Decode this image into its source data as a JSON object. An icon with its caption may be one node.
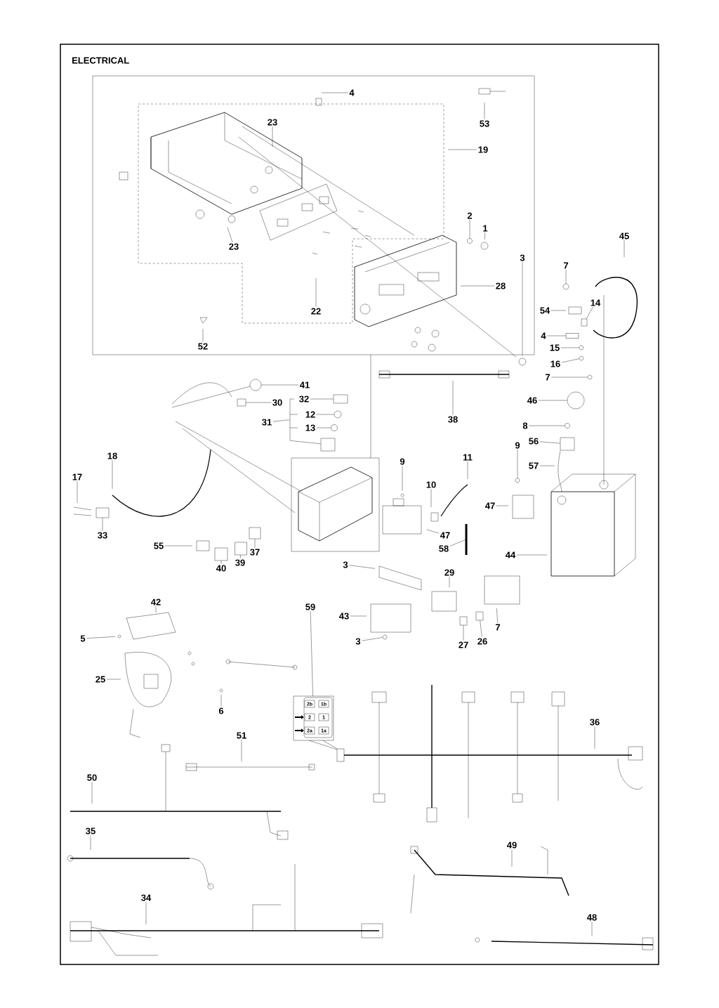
{
  "diagram": {
    "title": "ELECTRICAL",
    "nodes": [
      {
        "text": [
          "4"
        ]
      },
      {
        "text": [
          "53"
        ]
      },
      {
        "text": [
          "23"
        ]
      },
      {
        "text": [
          "19"
        ]
      },
      {
        "text": [
          "2"
        ]
      },
      {
        "text": [
          "1"
        ]
      },
      {
        "text": [
          "3"
        ]
      },
      {
        "text": [
          "23"
        ]
      },
      {
        "text": [
          "28"
        ]
      },
      {
        "text": [
          "22"
        ]
      },
      {
        "text": [
          "52"
        ]
      },
      {
        "text": [
          "45"
        ]
      },
      {
        "text": [
          "7"
        ]
      },
      {
        "text": [
          "54"
        ]
      },
      {
        "text": [
          "14"
        ]
      },
      {
        "text": [
          "4"
        ]
      },
      {
        "text": [
          "15"
        ]
      },
      {
        "text": [
          "16"
        ]
      },
      {
        "text": [
          "7"
        ]
      },
      {
        "text": [
          "38"
        ]
      },
      {
        "text": [
          "46"
        ]
      },
      {
        "text": [
          "8"
        ]
      },
      {
        "text": [
          "56"
        ]
      },
      {
        "text": [
          "9"
        ]
      },
      {
        "text": [
          "57"
        ]
      },
      {
        "text": [
          "41"
        ]
      },
      {
        "text": [
          "30"
        ]
      },
      {
        "text": [
          "32"
        ]
      },
      {
        "text": [
          "12"
        ]
      },
      {
        "text": [
          "13"
        ]
      },
      {
        "text": [
          "31"
        ]
      },
      {
        "text": [
          "18"
        ]
      },
      {
        "text": [
          "17"
        ]
      },
      {
        "text": [
          "33"
        ]
      },
      {
        "text": [
          "9"
        ]
      },
      {
        "text": [
          "11"
        ]
      },
      {
        "text": [
          "10"
        ]
      },
      {
        "text": [
          "47"
        ]
      },
      {
        "text": [
          "47"
        ]
      },
      {
        "text": [
          "58"
        ]
      },
      {
        "text": [
          "44"
        ]
      },
      {
        "text": [
          "55"
        ]
      },
      {
        "text": [
          "40"
        ]
      },
      {
        "text": [
          "39"
        ]
      },
      {
        "text": [
          "37"
        ]
      },
      {
        "text": [
          "3"
        ]
      },
      {
        "text": [
          "29"
        ]
      },
      {
        "text": [
          "7"
        ]
      },
      {
        "text": [
          "26"
        ]
      },
      {
        "text": [
          "27"
        ]
      },
      {
        "text": [
          "43"
        ]
      },
      {
        "text": [
          "3"
        ]
      },
      {
        "text": [
          "42"
        ]
      },
      {
        "text": [
          "5"
        ]
      },
      {
        "text": [
          "25"
        ]
      },
      {
        "text": [
          "6"
        ]
      },
      {
        "text": [
          "59"
        ]
      },
      {
        "text": [
          "36"
        ]
      },
      {
        "text": [
          "51"
        ]
      },
      {
        "text": [
          "50"
        ]
      },
      {
        "text": [
          "35"
        ]
      },
      {
        "text": [
          "34"
        ]
      },
      {
        "text": [
          "49"
        ]
      },
      {
        "text": [
          "48"
        ]
      },
      {
        "text": [],
        "shape": "circle"
      },
      {
        "text": [],
        "shape": "circle"
      },
      {
        "text": [],
        "shape": "box"
      },
      {
        "text": [],
        "shape": "box"
      },
      {
        "text": [],
        "shape": "circle"
      },
      {
        "text": [],
        "shape": "circle"
      },
      {
        "text": [],
        "shape": "circle"
      },
      {
        "text": [],
        "shape": "circle"
      },
      {
        "text": [],
        "shape": "circle"
      },
      {
        "text": [],
        "shape": "box"
      },
      {
        "text": [],
        "shape": "circle"
      },
      {
        "text": [],
        "shape": "circle"
      },
      {
        "text": [],
        "shape": "box"
      },
      {
        "text": [],
        "shape": "box"
      },
      {
        "text": [],
        "shape": "circle"
      },
      {
        "text": [],
        "shape": "circle"
      },
      {
        "text": [],
        "shape": "box"
      },
      {
        "text": [],
        "shape": "cable"
      },
      {
        "text": [],
        "shape": "box"
      },
      {
        "text": [],
        "shape": "box"
      },
      {
        "text": [],
        "shape": "box"
      },
      {
        "text": [],
        "shape": "box"
      },
      {
        "text": [],
        "shape": "circle"
      },
      {
        "text": [],
        "shape": "box"
      },
      {
        "text": [],
        "shape": "bracket"
      },
      {
        "text": [],
        "shape": "box"
      },
      {
        "text": [],
        "shape": "box"
      }
    ],
    "edges": [
      {
        "from": 0,
        "to": null,
        "arrow": "none"
      },
      {
        "from": 1,
        "to": null,
        "arrow": "none"
      },
      {
        "from": 2,
        "to": null,
        "arrow": "none"
      },
      {
        "from": 3,
        "to": null,
        "arrow": "none"
      },
      {
        "from": 4,
        "to": 64,
        "arrow": "none"
      },
      {
        "from": 5,
        "to": null,
        "arrow": "none"
      },
      {
        "from": 6,
        "to": null,
        "arrow": "none"
      },
      {
        "from": 7,
        "to": null,
        "arrow": "none"
      },
      {
        "from": 8,
        "to": null,
        "arrow": "none"
      },
      {
        "from": 9,
        "to": null,
        "arrow": "none"
      },
      {
        "from": 10,
        "to": null,
        "arrow": "none"
      },
      {
        "from": 11,
        "to": null,
        "arrow": "none"
      },
      {
        "from": 12,
        "to": 65,
        "arrow": "none"
      },
      {
        "from": 13,
        "to": null,
        "arrow": "none"
      },
      {
        "from": 14,
        "to": 66,
        "arrow": "none"
      },
      {
        "from": 15,
        "to": 67,
        "arrow": "none"
      },
      {
        "from": 16,
        "to": 68,
        "arrow": "none"
      },
      {
        "from": 17,
        "to": 69,
        "arrow": "none"
      },
      {
        "from": 18,
        "to": 70,
        "arrow": "none"
      },
      {
        "from": 19,
        "to": null,
        "arrow": "none"
      },
      {
        "from": 20,
        "to": 71,
        "arrow": "none"
      },
      {
        "from": 21,
        "to": 72,
        "arrow": "none"
      },
      {
        "from": 22,
        "to": 73,
        "arrow": "none"
      },
      {
        "from": 23,
        "to": 74,
        "arrow": "none"
      },
      {
        "from": 24,
        "to": null,
        "arrow": "none"
      },
      {
        "from": 25,
        "to": 75,
        "arrow": "none"
      },
      {
        "from": 26,
        "to": 76,
        "arrow": "none"
      },
      {
        "from": 27,
        "to": 77,
        "arrow": "none"
      },
      {
        "from": 28,
        "to": 78,
        "arrow": "none"
      },
      {
        "from": 29,
        "to": 79,
        "arrow": "none"
      },
      {
        "from": 30,
        "to": 88,
        "arrow": "none"
      },
      {
        "from": 31,
        "to": null,
        "arrow": "none"
      },
      {
        "from": 32,
        "to": null,
        "arrow": "none"
      },
      {
        "from": 33,
        "to": 80,
        "arrow": "none"
      },
      {
        "from": 34,
        "to": null,
        "arrow": "none"
      },
      {
        "from": 35,
        "to": null,
        "arrow": "none"
      },
      {
        "from": 36,
        "to": null,
        "arrow": "none"
      },
      {
        "from": 37,
        "to": null,
        "arrow": "none"
      },
      {
        "from": 38,
        "to": null,
        "arrow": "none"
      },
      {
        "from": 39,
        "to": 81,
        "arrow": "none"
      },
      {
        "from": 40,
        "to": null,
        "arrow": "none"
      },
      {
        "from": 41,
        "to": null,
        "arrow": "none"
      },
      {
        "from": 42,
        "to": 82,
        "arrow": "none"
      },
      {
        "from": 43,
        "to": 90,
        "arrow": "none"
      },
      {
        "from": 44,
        "to": 83,
        "arrow": "none"
      },
      {
        "from": 45,
        "to": null,
        "arrow": "none"
      },
      {
        "from": 46,
        "to": null,
        "arrow": "none"
      },
      {
        "from": 47,
        "to": null,
        "arrow": "none"
      },
      {
        "from": 48,
        "to": 84,
        "arrow": "none"
      },
      {
        "from": 49,
        "to": 85,
        "arrow": "none"
      },
      {
        "from": 50,
        "to": null,
        "arrow": "none"
      },
      {
        "from": 51,
        "to": 86,
        "arrow": "none"
      },
      {
        "from": 52,
        "to": null,
        "arrow": "none"
      },
      {
        "from": 53,
        "to": null,
        "arrow": "none"
      },
      {
        "from": 54,
        "to": null,
        "arrow": "none"
      },
      {
        "from": 55,
        "to": null,
        "arrow": "none"
      },
      {
        "from": 56,
        "to": 87,
        "arrow": "none"
      },
      {
        "from": 57,
        "to": null,
        "arrow": "none"
      },
      {
        "from": 58,
        "to": null,
        "arrow": "none"
      },
      {
        "from": 59,
        "to": null,
        "arrow": "none"
      },
      {
        "from": 60,
        "to": null,
        "arrow": "none"
      },
      {
        "from": 61,
        "to": null,
        "arrow": "none"
      },
      {
        "from": 62,
        "to": null,
        "arrow": "none"
      },
      {
        "from": 63,
        "to": null,
        "arrow": "none"
      },
      {
        "from": 88,
        "to": 89,
        "arrow": "none"
      }
    ],
    "labels": [
      "2b",
      "1b",
      "2",
      "1",
      "2a",
      "1a"
    ]
  }
}
